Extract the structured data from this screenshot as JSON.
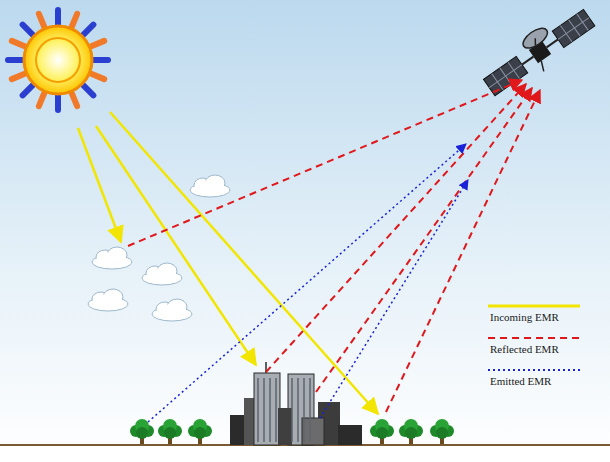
{
  "diagram": {
    "legend": [
      {
        "text": "Incoming EMR"
      },
      {
        "text": "Reflected EMR"
      },
      {
        "text": "Emitted EMR"
      }
    ]
  }
}
